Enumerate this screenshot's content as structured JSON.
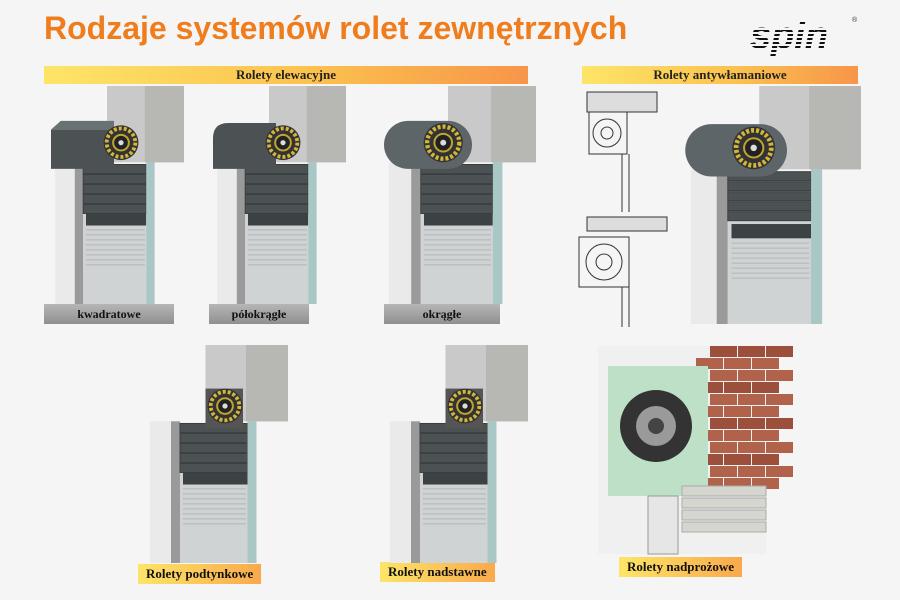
{
  "title": "Rodzaje systemów rolet zewnętrznych",
  "logo": {
    "text": "spin",
    "registered": "®"
  },
  "sections": {
    "elewacyjne": "Rolety elewacyjne",
    "antywlamaniowe": "Rolety antywłamaniowe"
  },
  "variants": {
    "kwadratowe": "kwadratowe",
    "polokragle": "półokrągłe",
    "okragle": "okrągłe"
  },
  "bottom": {
    "podtynkowe": "Rolety podtynkowe",
    "nadstawne": "Rolety nadstawne",
    "nadprozowe": "Rolety nadprożowe"
  },
  "colors": {
    "title": "#f07d1d",
    "shutter": "#4c5254",
    "motor": "#d2b63a",
    "band_start": "#fde568",
    "band_end": "#f7954a"
  },
  "icons": [
    "window-shutter-illustration",
    "technical-drawing",
    "brick-wall-cutaway"
  ]
}
